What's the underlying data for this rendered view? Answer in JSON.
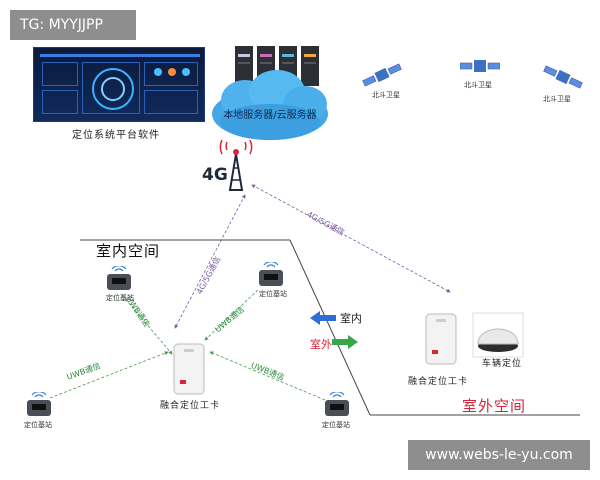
{
  "watermark_top": "TG: MYYJJPP",
  "watermark_bottom": "www.webs-le-yu.com",
  "platform_caption": "定位系统平台软件",
  "server_label": "本地服务器/云服务器",
  "network_label": "4G",
  "satellite_labels": [
    "北斗卫星",
    "北斗卫星",
    "北斗卫星"
  ],
  "zones": {
    "indoor": "室内空间",
    "outdoor": "室外空间"
  },
  "indicators": {
    "indoor": "室内",
    "outdoor": "室外"
  },
  "devices": {
    "base_station_label": "定位基站",
    "fused_card": "融合定位工卡",
    "vehicle": "车辆定位"
  },
  "comm": {
    "uwb": "UWB通信",
    "cellular": "4G/5G通信"
  },
  "colors": {
    "uwb_line": "#4c9a56",
    "cellular_line": "#7a5aa0",
    "indoor_arrow": "#2e6fd6",
    "outdoor_arrow": "#3aa64a",
    "outdoor_text": "#d8233a"
  }
}
